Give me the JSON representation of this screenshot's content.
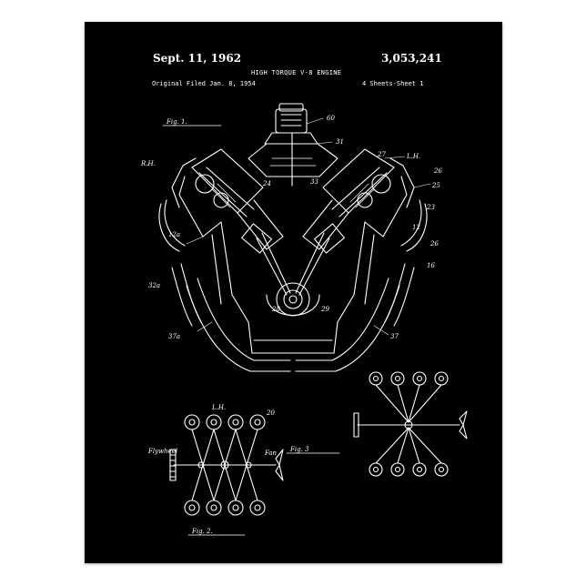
{
  "patent": {
    "date": "Sept. 11, 1962",
    "number": "3,053,241",
    "title": "HIGH TORQUE V-8 ENGINE",
    "filed": "Original Filed Jan. 8, 1954",
    "sheets": "4 Sheets-Sheet 1"
  },
  "figures": {
    "fig1": "Fig. 1.",
    "fig2": "Fig. 2.",
    "fig3": "Fig. 3"
  },
  "labels": {
    "rh": "R.H.",
    "lh": "L.H.",
    "flywheel": "Flywheel",
    "fan": "Fan",
    "lh_fig2": "L.H.",
    "r60": "60",
    "r31": "31",
    "r27": "27",
    "r26": "26",
    "r25": "25",
    "r23": "23",
    "r26b": "26",
    "r16": "16",
    "r37a": "37a",
    "r37": "37",
    "r24": "24",
    "r33": "33",
    "r32a": "32a",
    "r12a": "12a",
    "r28": "28",
    "r29": "29",
    "r12": "12",
    "r20": "20"
  },
  "colors": {
    "background": "#000000",
    "ink": "#ffffff"
  }
}
